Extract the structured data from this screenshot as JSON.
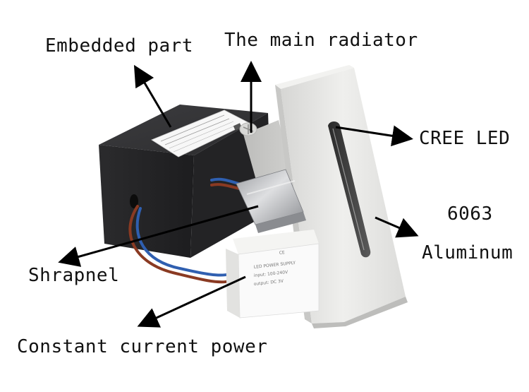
{
  "labels": {
    "embedded_part": "Embedded part",
    "main_radiator": "The main radiator",
    "cree_led": "CREE LED",
    "aluminum_grade": "6063",
    "aluminum": "Aluminum",
    "shrapnel": "Shrapnel",
    "power": "Constant current power"
  },
  "colors": {
    "background": "#ffffff",
    "text": "#111111",
    "box": "#2a2a2c",
    "aluminum": "#e4e4e2",
    "wire_blue": "#2f5fb0",
    "wire_brown": "#8a3a22"
  }
}
